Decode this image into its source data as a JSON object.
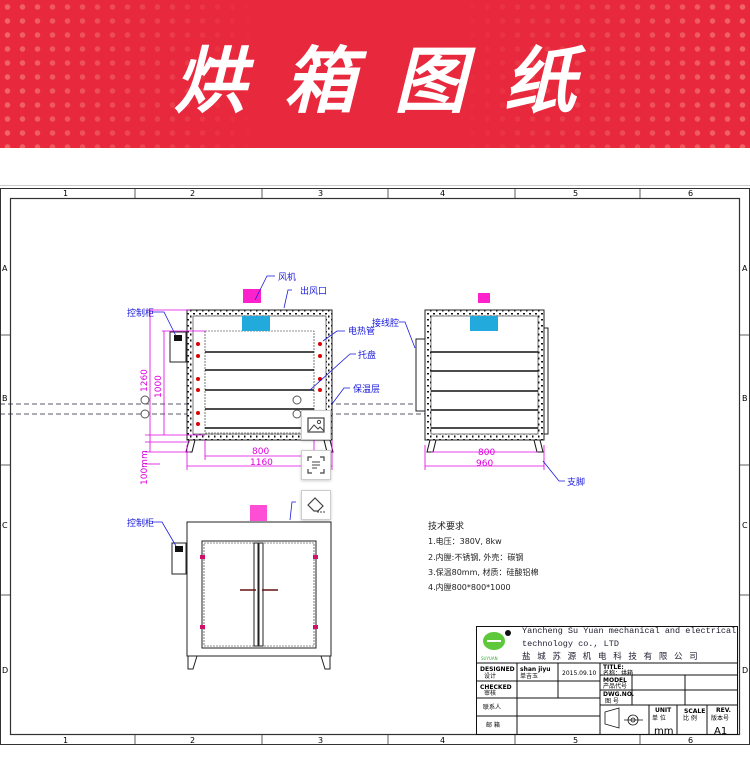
{
  "banner": {
    "title": "烘箱图纸"
  },
  "frame": {
    "columns": [
      "1",
      "2",
      "3",
      "4",
      "5",
      "6"
    ],
    "rows": [
      "A",
      "B",
      "C",
      "D"
    ]
  },
  "front_view": {
    "labels": {
      "fan": "风机",
      "air_outlet": "出风口",
      "control_box": "控制柜",
      "heating_tube": "电热管",
      "tray": "托盘",
      "insulation": "保温层"
    },
    "dimensions": {
      "height_total": "1260",
      "height_inner": "1000",
      "width_inner": "800",
      "width_total": "1160",
      "leg": "100mm"
    }
  },
  "side_view": {
    "labels": {
      "junction_box": "接线腔",
      "support_leg": "支脚"
    },
    "dimensions": {
      "width_inner": "800",
      "width_total": "960"
    }
  },
  "door_view": {
    "labels": {
      "control_box": "控制柜"
    }
  },
  "tech_requirements": {
    "title": "技术要求",
    "items": [
      "1.电压：380V, 8kw",
      "2.内膛:不锈钢, 外壳：碳钢",
      "3.保温80mm, 材质：硅酸铝棉",
      "4.内膛800*800*1000"
    ]
  },
  "title_block": {
    "company_en_1": "Yancheng Su Yuan mechanical and electrical",
    "company_en_2": "technology co., LTD",
    "company_cn": "盐 城 苏 源 机 电 科 技 有 限 公 司",
    "logo_text": "SUYUAN",
    "designed_label": "DESIGNED",
    "designed_cn": "设计",
    "designer": "shan jiyu",
    "designer_cn": "单吉玉",
    "date": "2015.09.10",
    "checked_label": "CHECKED",
    "checked_cn": "审核",
    "contact_label": "联系人",
    "email_label": "邮 箱",
    "title_label": "TITLE:",
    "title_value": "名称：烘箱",
    "model_label": "MODEL",
    "model_cn": "产品代号",
    "dwg_label": "DWG.NO.",
    "dwg_cn": "图 号",
    "unit_label": "UNIT",
    "unit_cn": "单 位",
    "unit_value": "mm",
    "scale_label": "SCALE",
    "scale_cn": "比 例",
    "rev_label": "REV.",
    "rev_cn": "版本号",
    "rev_value": "A1"
  },
  "colors": {
    "banner": "#e8283c",
    "dimension": "#e000e0",
    "callout": "#1a1adb",
    "fan": "#ff22cc",
    "duct": "#22aadd"
  }
}
